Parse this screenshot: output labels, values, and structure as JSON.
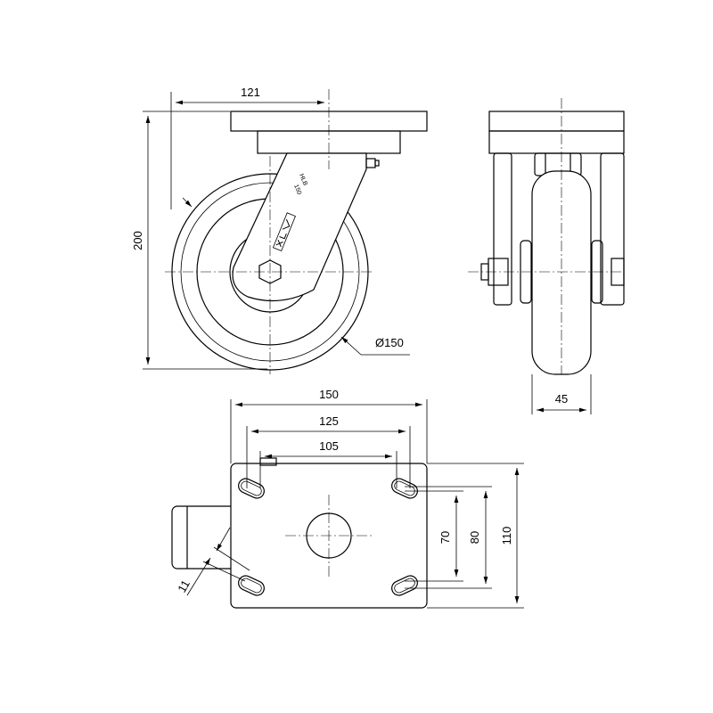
{
  "dimensions": {
    "offset": "121",
    "height": "200",
    "wheel_diameter": "Ø150",
    "wheel_width": "45",
    "plate_length": "150",
    "hole_spacing_outer": "125",
    "hole_spacing_inner": "105",
    "plate_width": "110",
    "hole_spacing_80": "80",
    "hole_spacing_70": "70",
    "slot_width": "11"
  },
  "markings": {
    "brand": "HLB",
    "size": "150"
  },
  "colors": {
    "line": "#000000",
    "background": "#ffffff",
    "fill": "#ffffff"
  }
}
